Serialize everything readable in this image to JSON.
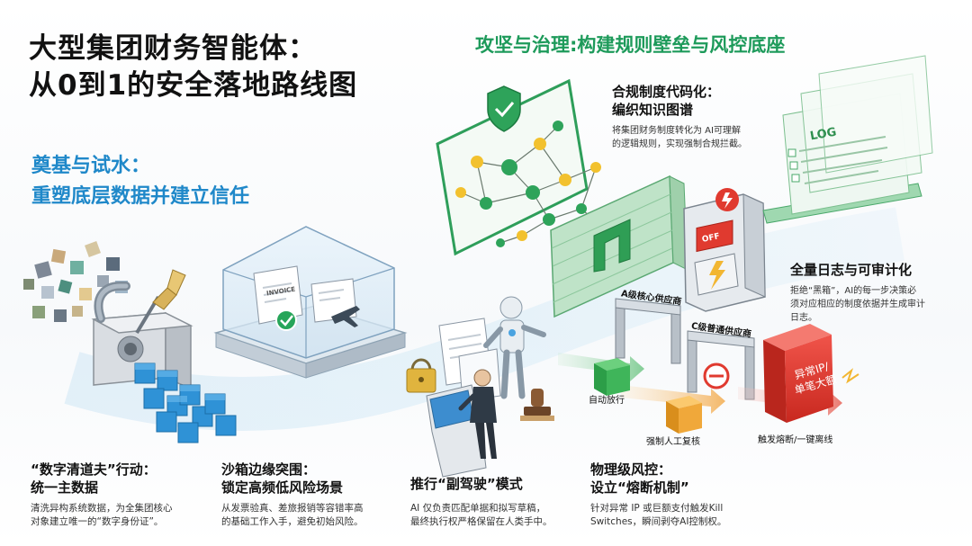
{
  "main_title": {
    "line1": "大型集团财务智能体：",
    "line2": "从0到1的安全落地路线图"
  },
  "left_section": {
    "line1": "奠基与试水：",
    "line2": "重塑底层数据并建立信任"
  },
  "right_section": {
    "title": "攻坚与治理:构建规则壁垒与风控底座"
  },
  "compliance": {
    "heading1": "合规制度代码化：",
    "heading2": "编织知识图谱",
    "desc1": "将集团财务制度转化为 AI可理解",
    "desc2": "的逻辑规则，实现强制合规拦截。"
  },
  "audit": {
    "heading": "全量日志与可审计化",
    "desc1": "拒绝“黑箱”，AI的每一步决策必",
    "desc2": "须对应相应的制度依据并生成审计",
    "desc3": "日志。"
  },
  "step1": {
    "heading1": "“数字清道夫”行动：",
    "heading2": "统一主数据",
    "desc1": "清洗异构系统数据，为全集团核心",
    "desc2": "对象建立唯一的“数字身份证”。"
  },
  "step2": {
    "heading1": "沙箱边缘突围：",
    "heading2": "锁定高频低风险场景",
    "desc1": "从发票验真、差旅报销等容错率高",
    "desc2": "的基础工作入手，避免初始风险。"
  },
  "step3": {
    "heading": "推行“副驾驶”模式",
    "desc1": "AI 仅负责匹配单据和拟写草稿，",
    "desc2": "最终执行权严格保留在人类手中。"
  },
  "step4": {
    "heading1": "物理级风控：",
    "heading2": "设立“熔断机制”",
    "desc1": "针对异常 IP 或巨额支付触发Kill",
    "desc2": "Switches，瞬间剥夺AI控制权。"
  },
  "illus": {
    "invoice": "INVOICE",
    "log": "LOG",
    "off": "OFF",
    "gate_a": "A级核心供应商",
    "gate_c": "C级普通供应商",
    "auto_pass": "自动放行",
    "manual_review": "强制人工复核",
    "alert_line1": "异常IP/",
    "alert_line2": "单笔大额",
    "fuse": "触发熔断/一键离线"
  },
  "colors": {
    "green": "#1d9a5a",
    "blue": "#1f88c9",
    "red": "#e03a2f"
  },
  "icons": [
    "shield-check-icon",
    "brush-icon",
    "padlock-icon",
    "stamp-icon",
    "airplane-icon",
    "lightning-icon",
    "warning-icon"
  ]
}
